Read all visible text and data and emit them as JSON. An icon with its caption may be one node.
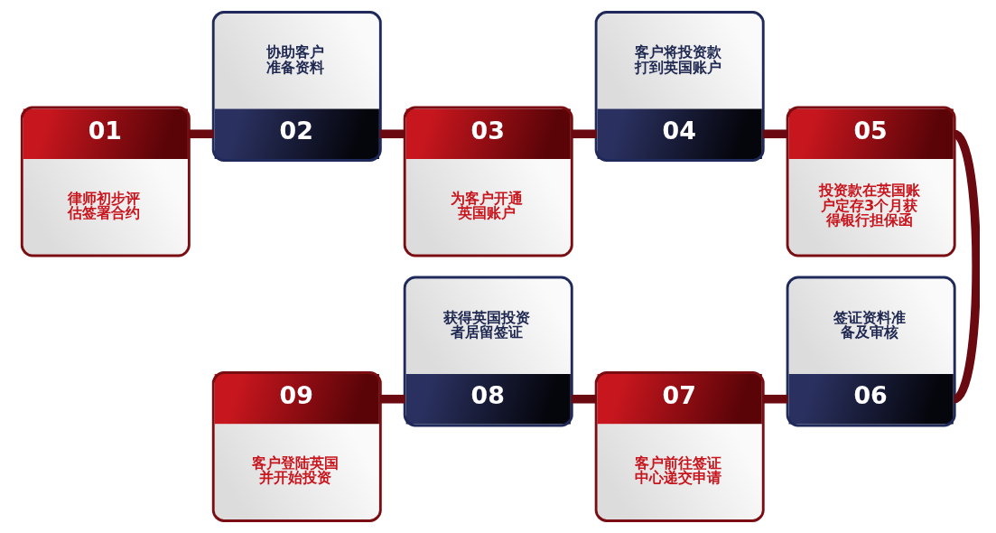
{
  "diagram": {
    "nodes": [
      {
        "text": [
          "01",
          "律师初步评估签署合约"
        ]
      },
      {
        "text": [
          "协助客户准备资料",
          "02"
        ]
      },
      {
        "text": [
          "03",
          "为客户开通英国账户"
        ]
      },
      {
        "text": [
          "客户将投资款打到英国账户",
          "04"
        ]
      },
      {
        "text": [
          "05",
          "投资款在英国账户定存3个月获得银行担保函"
        ]
      },
      {
        "text": [
          "签证资料准备及审核",
          "06"
        ]
      },
      {
        "text": [
          "07",
          "客户前往签证中心递交申请"
        ]
      },
      {
        "text": [
          "获得英国投资者居留签证",
          "08"
        ]
      },
      {
        "text": [
          "09",
          "客户登陆英国并开始投资"
        ]
      }
    ],
    "edges": [
      {
        "from": 0,
        "to": 1,
        "arrow": "none"
      },
      {
        "from": 1,
        "to": 2,
        "arrow": "none"
      },
      {
        "from": 2,
        "to": 3,
        "arrow": "none"
      },
      {
        "from": 3,
        "to": 4,
        "arrow": "none"
      },
      {
        "from": 4,
        "to": 5,
        "arrow": "none"
      },
      {
        "from": 5,
        "to": 6,
        "arrow": "none"
      },
      {
        "from": 6,
        "to": 7,
        "arrow": "none"
      },
      {
        "from": 7,
        "to": 8,
        "arrow": "none"
      }
    ]
  }
}
